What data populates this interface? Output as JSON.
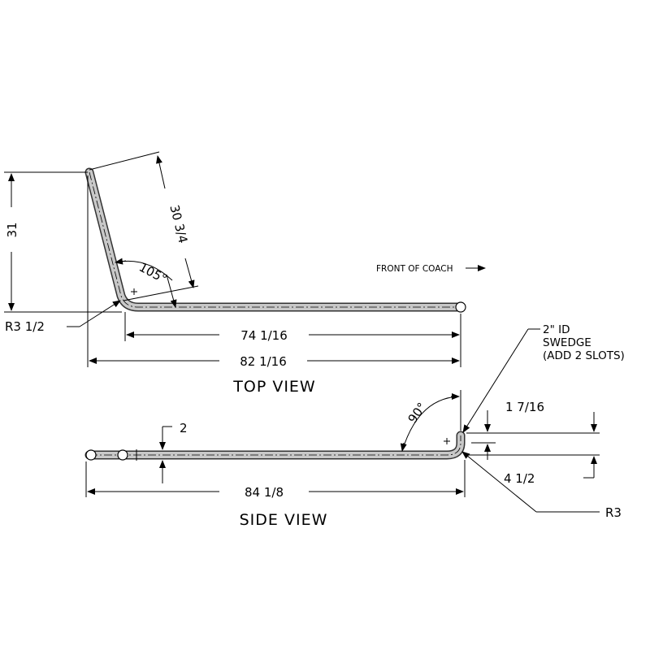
{
  "top_view": {
    "title": "TOP VIEW",
    "front_label": "FRONT OF COACH",
    "dim_height": "31",
    "dim_leg": "30 3/4",
    "dim_angle": "105°",
    "dim_radius": "R3 1/2",
    "dim_straight": "74 1/16",
    "dim_overall": "82 1/16"
  },
  "side_view": {
    "title": "SIDE VIEW",
    "dim_tube": "2",
    "dim_angle": "90°",
    "dim_rise": "1 7/16",
    "dim_drop": "4 1/2",
    "dim_radius": "R3",
    "dim_overall": "84 1/8",
    "note_line1": "2\" ID",
    "note_line2": "SWEDGE",
    "note_line3": "(ADD 2 SLOTS)"
  },
  "colors": {
    "tube_fill": "#c8c8c8",
    "tube_edge": "#333333"
  }
}
